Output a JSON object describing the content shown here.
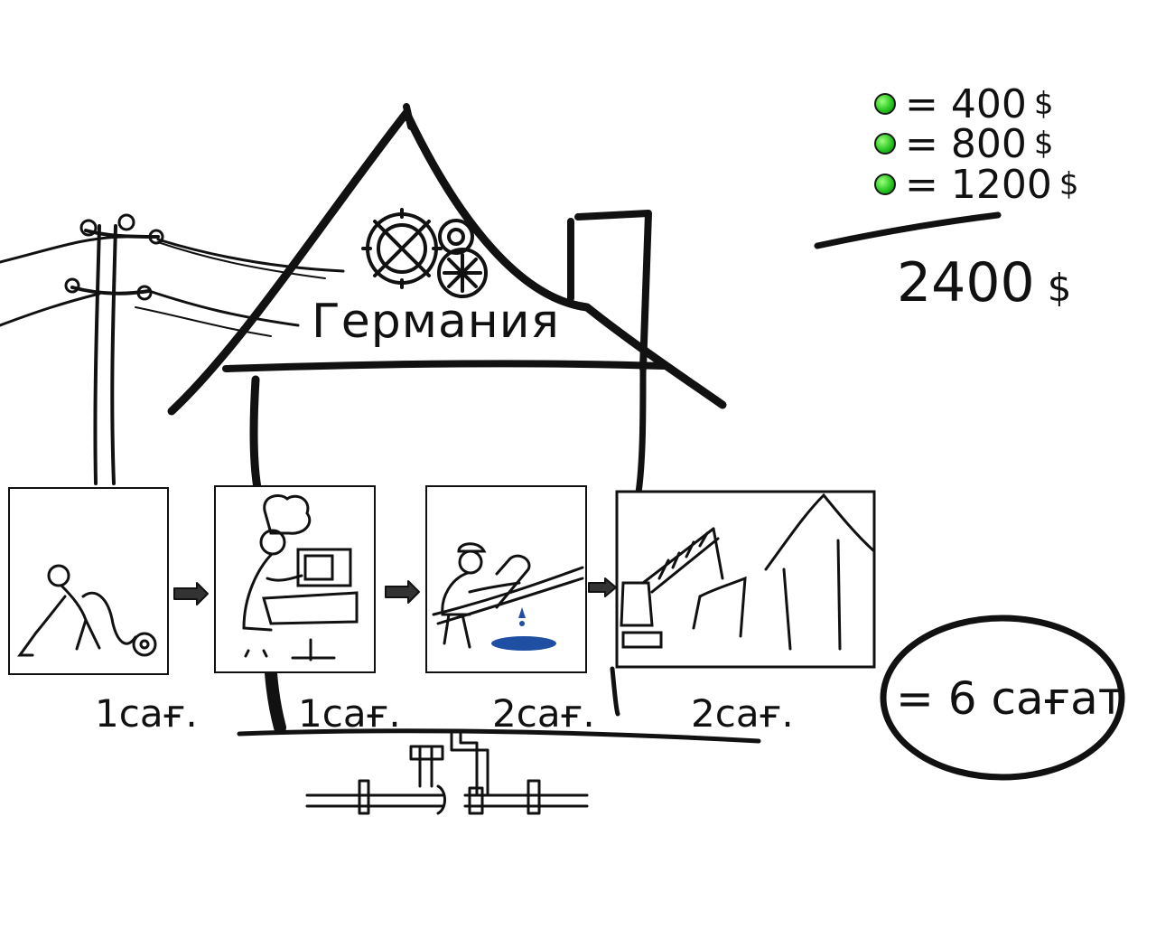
{
  "house": {
    "label": "Германия"
  },
  "prices": [
    {
      "value": "= 400",
      "currency": "$",
      "dot_color": "#22c21c"
    },
    {
      "value": "= 800",
      "currency": "$",
      "dot_color": "#22c21c"
    },
    {
      "value": "= 1200",
      "currency": "$",
      "dot_color": "#22c21c"
    }
  ],
  "total_price": {
    "value": "2400",
    "currency": "$"
  },
  "steps": [
    {
      "time": "1сағ.",
      "icon": "vacuum-cleaning-icon"
    },
    {
      "time": "1сағ.",
      "icon": "cooking-icon"
    },
    {
      "time": "2сағ.",
      "icon": "plumbing-icon"
    },
    {
      "time": "2сағ.",
      "icon": "construction-crane-icon"
    }
  ],
  "total_time": "= 6 сағат",
  "colors": {
    "ink": "#111111",
    "dot": "#22c21c",
    "water": "#1f4fa3"
  }
}
